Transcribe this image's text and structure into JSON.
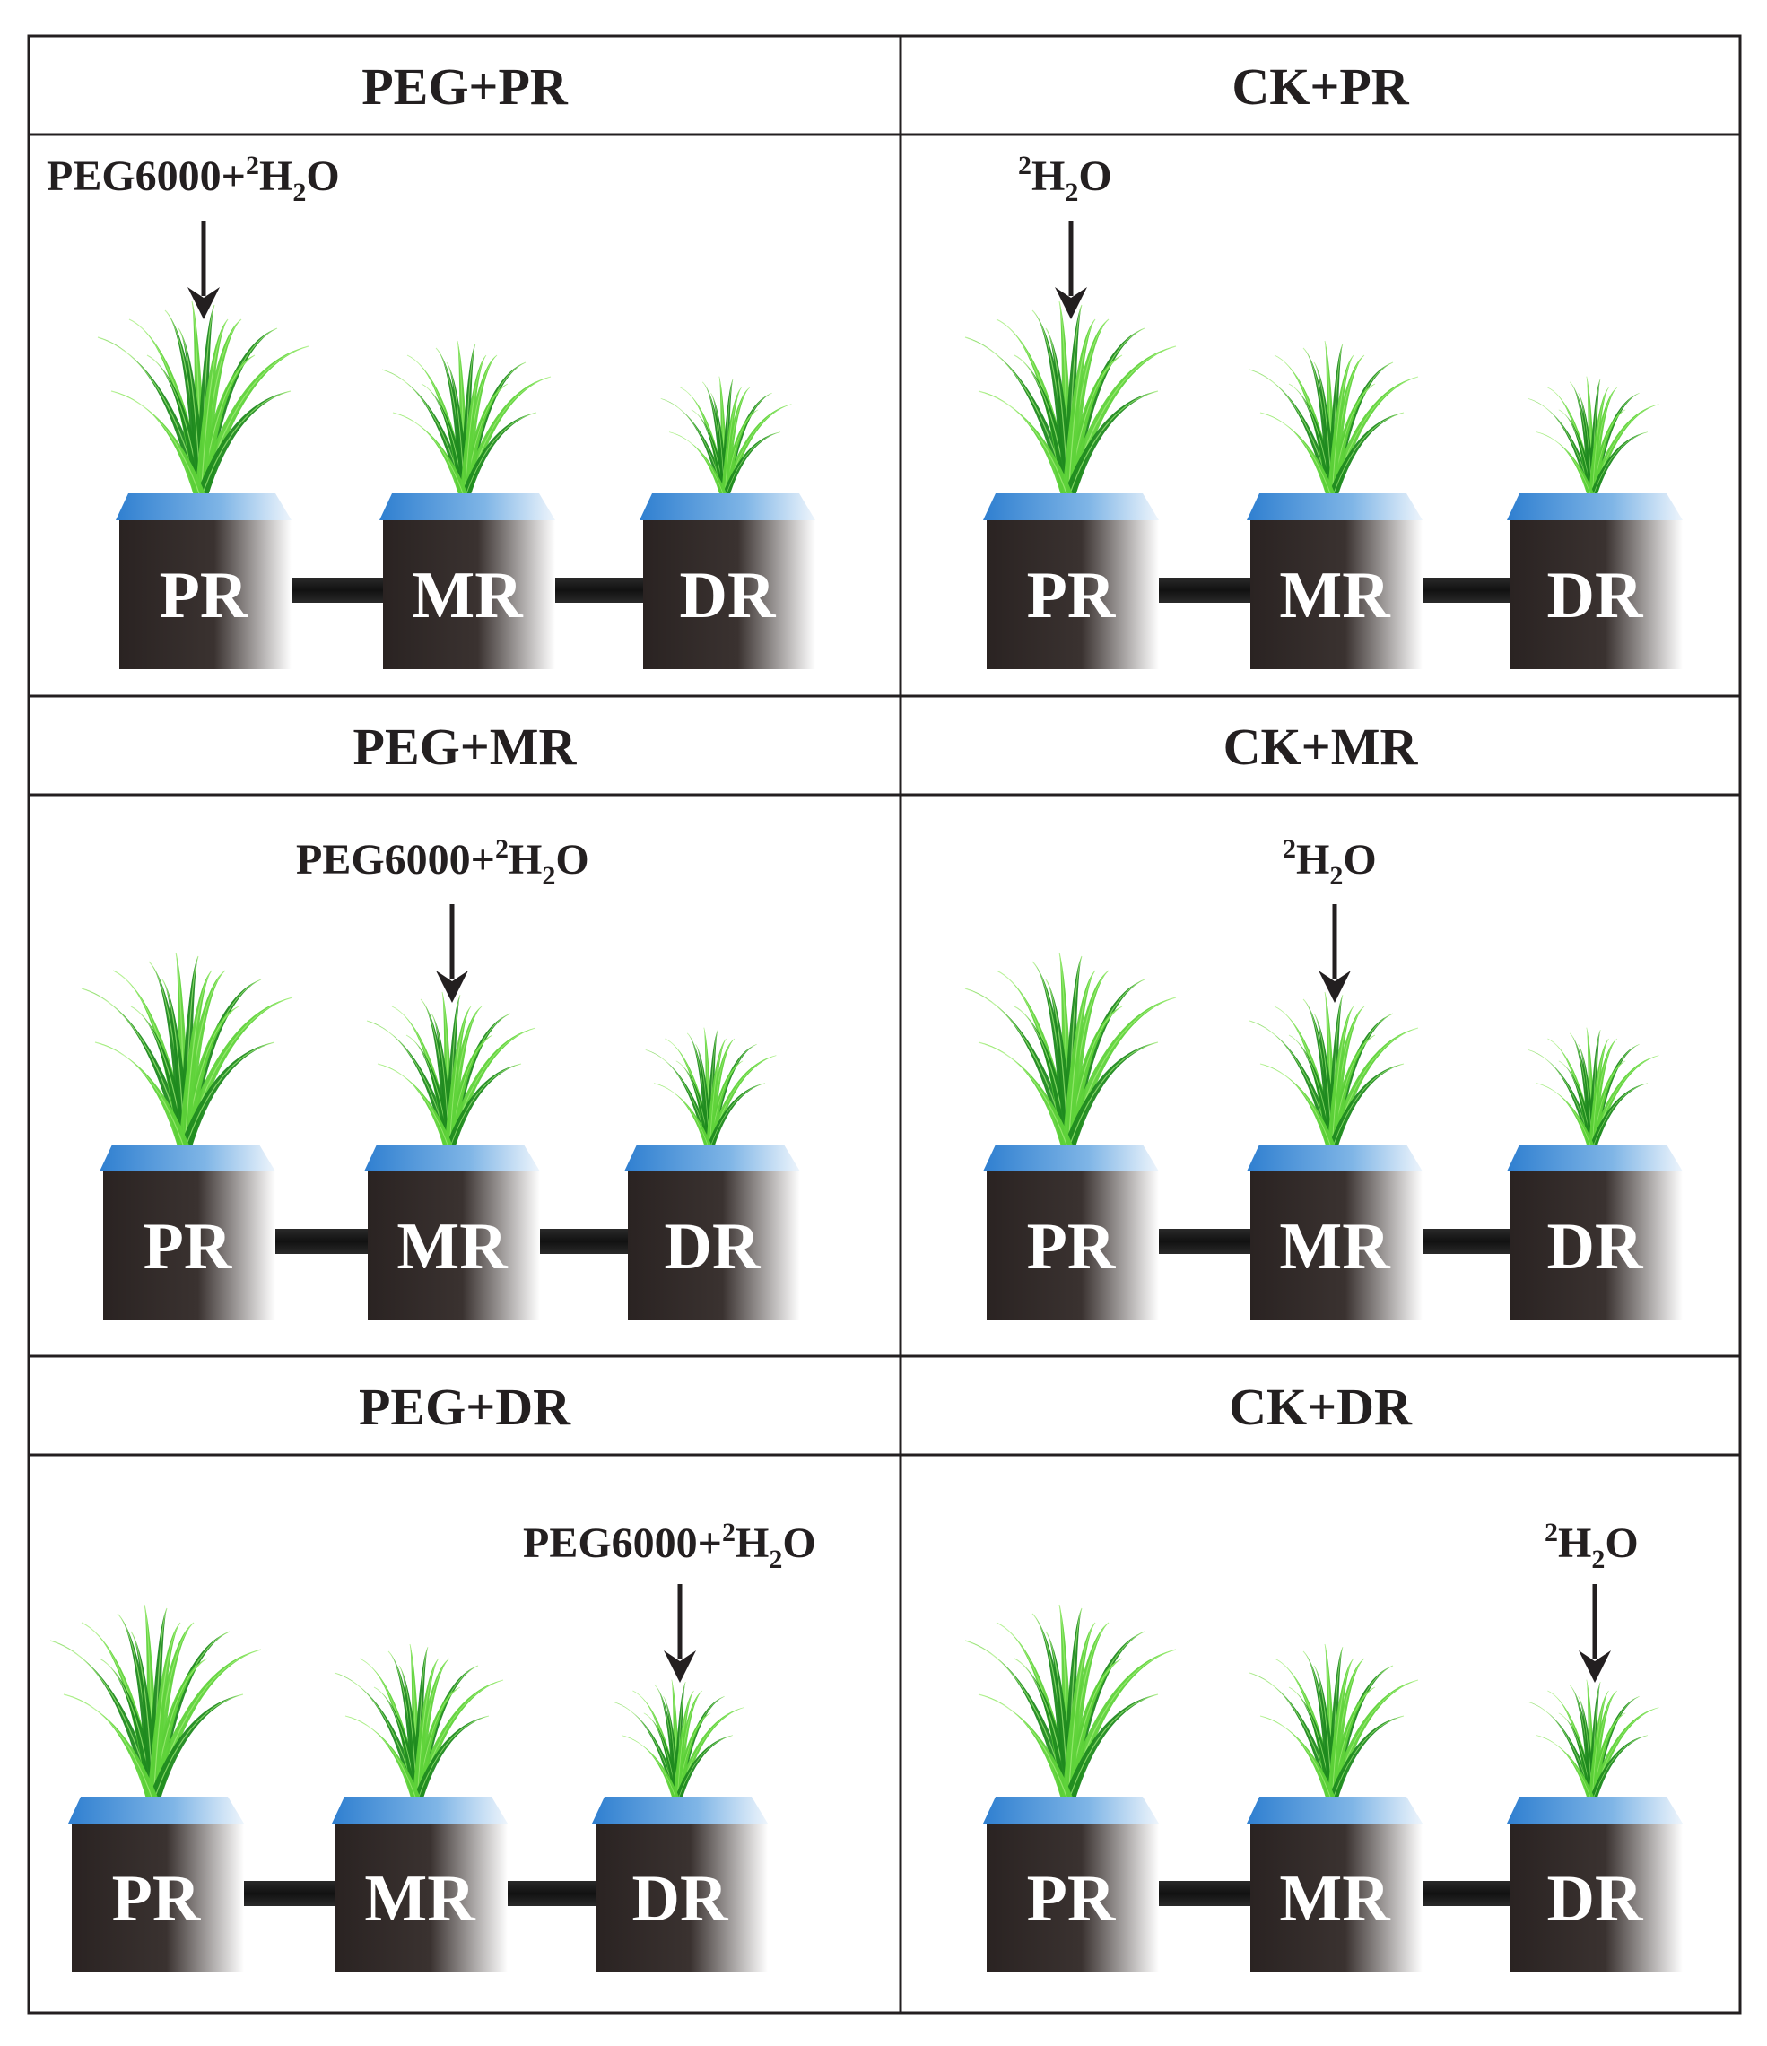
{
  "panels": [
    {
      "header": "PEG+PR",
      "label_main": "PEG6000+",
      "label_sup": "2",
      "label_h": "H",
      "label_sub": "2",
      "label_o": "O",
      "target": "PR"
    },
    {
      "header": "CK+PR",
      "label_main": "",
      "label_sup": "2",
      "label_h": "H",
      "label_sub": "2",
      "label_o": "O",
      "target": "PR"
    },
    {
      "header": "PEG+MR",
      "label_main": "PEG6000+",
      "label_sup": "2",
      "label_h": "H",
      "label_sub": "2",
      "label_o": "O",
      "target": "MR"
    },
    {
      "header": "CK+MR",
      "label_main": "",
      "label_sup": "2",
      "label_h": "H",
      "label_sub": "2",
      "label_o": "O",
      "target": "MR"
    },
    {
      "header": "PEG+DR",
      "label_main": "PEG6000+",
      "label_sup": "2",
      "label_h": "H",
      "label_sub": "2",
      "label_o": "O",
      "target": "DR"
    },
    {
      "header": "CK+DR",
      "label_main": "",
      "label_sup": "2",
      "label_h": "H",
      "label_sub": "2",
      "label_o": "O",
      "target": "DR"
    }
  ],
  "pots": [
    "PR",
    "MR",
    "DR"
  ],
  "colors": {
    "border": "#231f20",
    "pot_dark": "#2a2322",
    "pot_light": "#ffffff",
    "water_top": "#2f7fd0",
    "water_light": "#e8f2fb",
    "grass_dark": "#1f8a1f",
    "grass_light": "#5fd33a",
    "connector": "#231f20",
    "arrow": "#231f20"
  }
}
